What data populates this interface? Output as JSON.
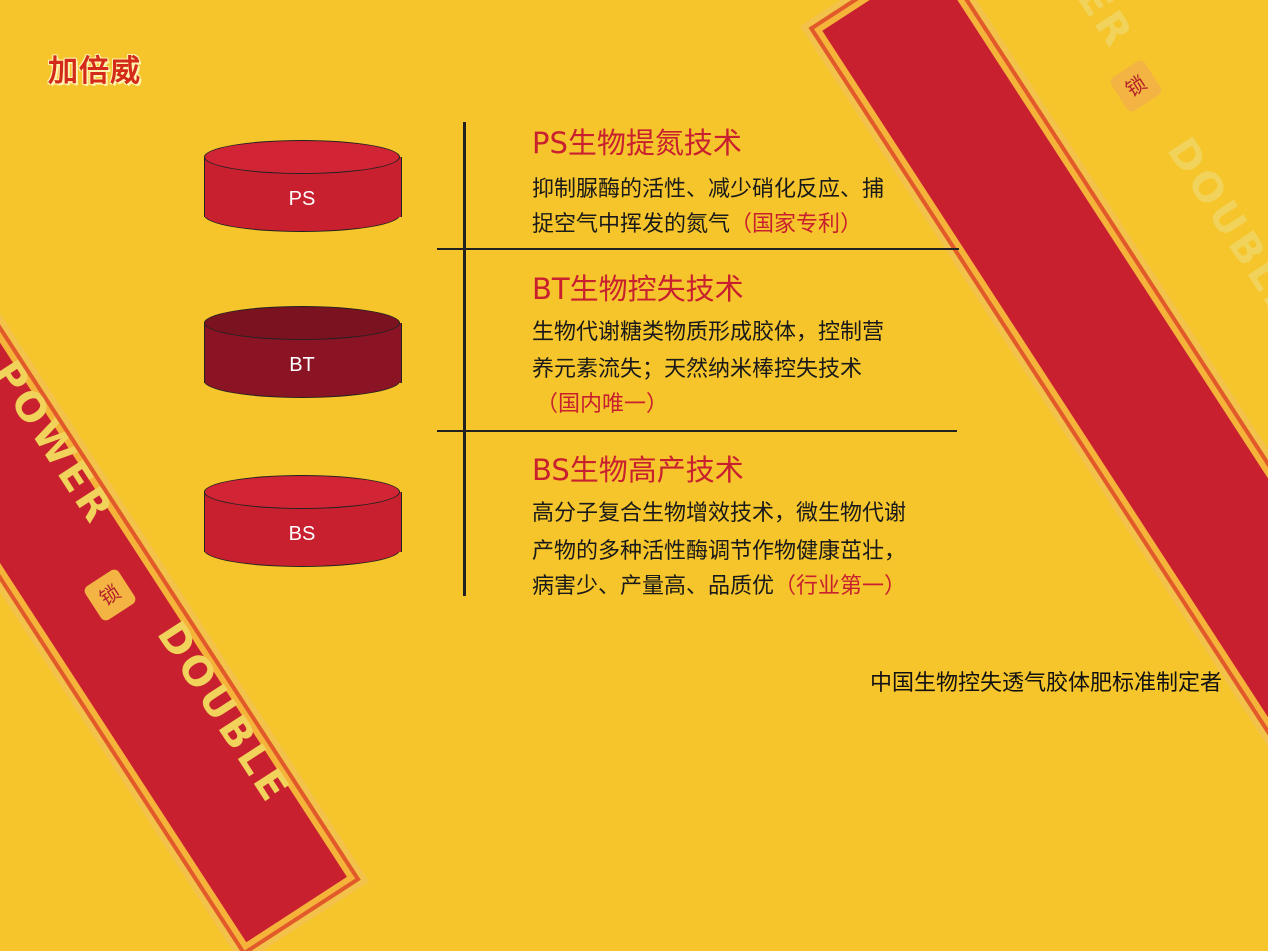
{
  "logo": "加倍威",
  "banner_left_text": "POWER",
  "banner_left_text2": "DOUBLE",
  "banner_right_text": "DOUBLE",
  "banner_right_top": "ER",
  "lock_glyph": "锁",
  "cylinders": [
    {
      "label": "PS",
      "color": "#c8202f",
      "top_color": "#d12434"
    },
    {
      "label": "BT",
      "color": "#8a1424",
      "top_color": "#7b1220"
    },
    {
      "label": "BS",
      "color": "#c8202f",
      "top_color": "#d12434"
    }
  ],
  "sections": [
    {
      "title": "PS生物提氮技术",
      "line1": "抑制脲酶的活性、减少硝化反应、捕",
      "line2": "捉空气中挥发的氮气",
      "line2_note": "（国家专利）"
    },
    {
      "title": "BT生物控失技术",
      "line1": "生物代谢糖类物质形成胶体，控制营",
      "line2": "养元素流失；天然纳米棒控失技术",
      "line3_note": "（国内唯一）"
    },
    {
      "title": "BS生物高产技术",
      "line1": "高分子复合生物增效技术，微生物代谢",
      "line2": "产物的多种活性酶调节作物健康茁壮，",
      "line3": "病害少、产量高、品质优",
      "line3_note": "（行业第一）"
    }
  ],
  "footer": "中国生物控失透气胶体肥标准制定者",
  "colors": {
    "background": "#f6c52b",
    "accent_red": "#c8202f",
    "dark_red": "#8a1424"
  }
}
